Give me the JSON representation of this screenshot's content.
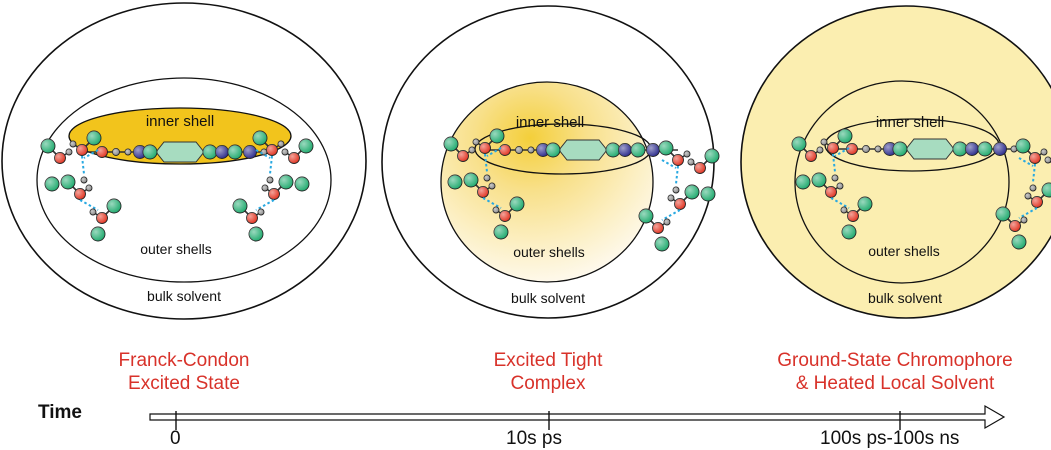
{
  "panels": [
    {
      "inner_label": "inner shell",
      "outer_label": "outer shells",
      "bulk_label": "bulk solvent",
      "stage_line1": "Franck-Condon",
      "stage_line2": "Excited State"
    },
    {
      "inner_label": "inner shell",
      "outer_label": "outer shells",
      "bulk_label": "bulk solvent",
      "stage_line1": "Excited Tight",
      "stage_line2": "Complex"
    },
    {
      "inner_label": "inner shell",
      "outer_label": "outer shells",
      "bulk_label": "bulk solvent",
      "stage_line1": "Ground-State Chromophore",
      "stage_line2": "& Heated Local Solvent"
    }
  ],
  "timeline": {
    "label": "Time",
    "ticks": [
      "0",
      "10s ps",
      "100s ps-100s ns"
    ]
  },
  "colors": {
    "stage_text": "#d8322a",
    "excited_yellow": "#f2c41c",
    "diffuse_yellow": "#fbe9a2",
    "heated_solvent": "#fbeeb0",
    "atom_green": "#1faa6e",
    "atom_red": "#e2321f",
    "atom_blue": "#2b2b8c",
    "atom_grey": "#8a8a8a",
    "hbond": "#29a9e1",
    "ring": "#a7dcc0"
  }
}
